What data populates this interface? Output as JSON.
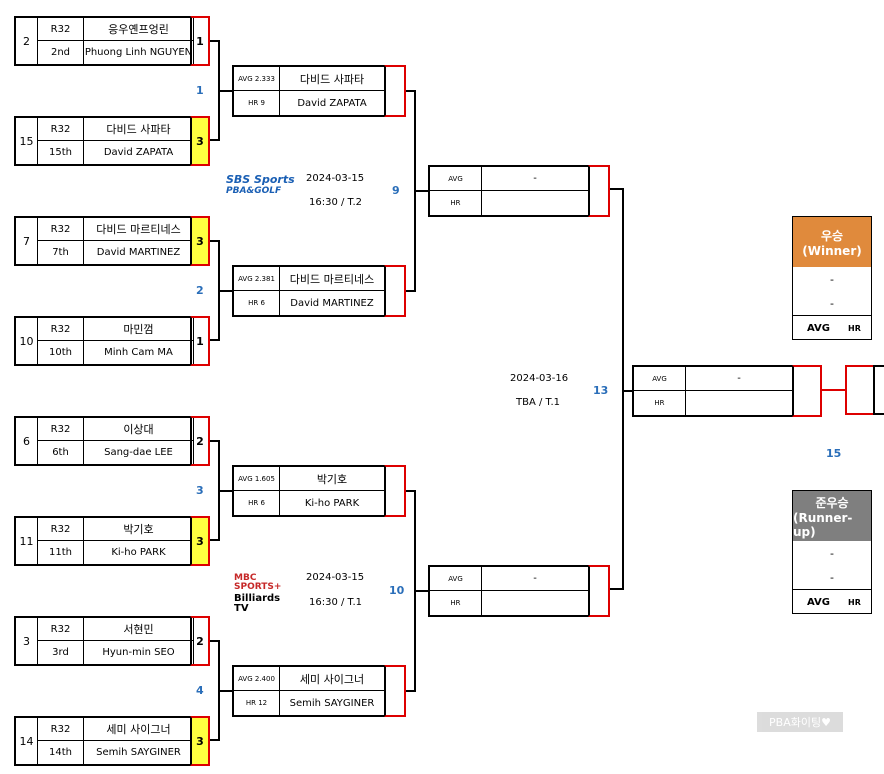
{
  "r32": [
    {
      "seed": "2",
      "round": "R32",
      "name_ko": "응우옌프엉린",
      "rank": "2nd",
      "name_en": "Phuong Linh NGUYEN",
      "score": "1",
      "winner": false
    },
    {
      "seed": "15",
      "round": "R32",
      "name_ko": "다비드 사파타",
      "rank": "15th",
      "name_en": "David ZAPATA",
      "score": "3",
      "winner": true
    },
    {
      "seed": "7",
      "round": "R32",
      "name_ko": "다비드 마르티네스",
      "rank": "7th",
      "name_en": "David MARTINEZ",
      "score": "3",
      "winner": true
    },
    {
      "seed": "10",
      "round": "R32",
      "name_ko": "마민껌",
      "rank": "10th",
      "name_en": "Minh Cam MA",
      "score": "1",
      "winner": false
    },
    {
      "seed": "6",
      "round": "R32",
      "name_ko": "이상대",
      "rank": "6th",
      "name_en": "Sang-dae LEE",
      "score": "2",
      "winner": false
    },
    {
      "seed": "11",
      "round": "R32",
      "name_ko": "박기호",
      "rank": "11th",
      "name_en": "Ki-ho PARK",
      "score": "3",
      "winner": true
    },
    {
      "seed": "3",
      "round": "R32",
      "name_ko": "서현민",
      "rank": "3rd",
      "name_en": "Hyun-min SEO",
      "score": "2",
      "winner": false
    },
    {
      "seed": "14",
      "round": "R32",
      "name_ko": "세미 사이그너",
      "rank": "14th",
      "name_en": "Semih SAYGINER",
      "score": "3",
      "winner": true
    }
  ],
  "r16": [
    {
      "avg": "AVG 2.333",
      "hr": "HR 9",
      "name_ko": "다비드 사파타",
      "name_en": "David ZAPATA"
    },
    {
      "avg": "AVG 2.381",
      "hr": "HR 6",
      "name_ko": "다비드 마르티네스",
      "name_en": "David MARTINEZ"
    },
    {
      "avg": "AVG 1.605",
      "hr": "HR 6",
      "name_ko": "박기호",
      "name_en": "Ki-ho PARK"
    },
    {
      "avg": "AVG 2.400",
      "hr": "HR 12",
      "name_ko": "세미 사이그너",
      "name_en": "Semih SAYGINER"
    }
  ],
  "qf": [
    {
      "avg": "AVG",
      "hr": "HR",
      "name": "-"
    },
    {
      "avg": "AVG",
      "hr": "HR",
      "name": "-"
    }
  ],
  "sf": {
    "avg": "AVG",
    "hr": "HR",
    "name": "-"
  },
  "match_numbers": {
    "m1": "1",
    "m2": "2",
    "m3": "3",
    "m4": "4",
    "m9": "9",
    "m10": "10",
    "m13": "13",
    "m15": "15"
  },
  "schedule": [
    {
      "date": "2024-03-15",
      "time": "16:30 / T.2"
    },
    {
      "date": "2024-03-15",
      "time": "16:30 / T.1"
    },
    {
      "date": "2024-03-16",
      "time": "TBA / T.1"
    }
  ],
  "broadcasters": {
    "sbs_line1": "SBS Sports",
    "sbs_line2": "PBA&GOLF",
    "mbc_line1": "MBC SPORTS+",
    "mbc_line2": "Billiards TV"
  },
  "winner": {
    "title": "우승",
    "subtitle": "(Winner)",
    "line1": "-",
    "line2": "-",
    "avg": "AVG",
    "hr": "HR",
    "color": "#e08a3c"
  },
  "runnerup": {
    "title": "준우승",
    "subtitle": "(Runner-up)",
    "line1": "-",
    "line2": "-",
    "avg": "AVG",
    "hr": "HR",
    "color": "#7f7f7f"
  },
  "watermark": "PBA화이팅♥"
}
